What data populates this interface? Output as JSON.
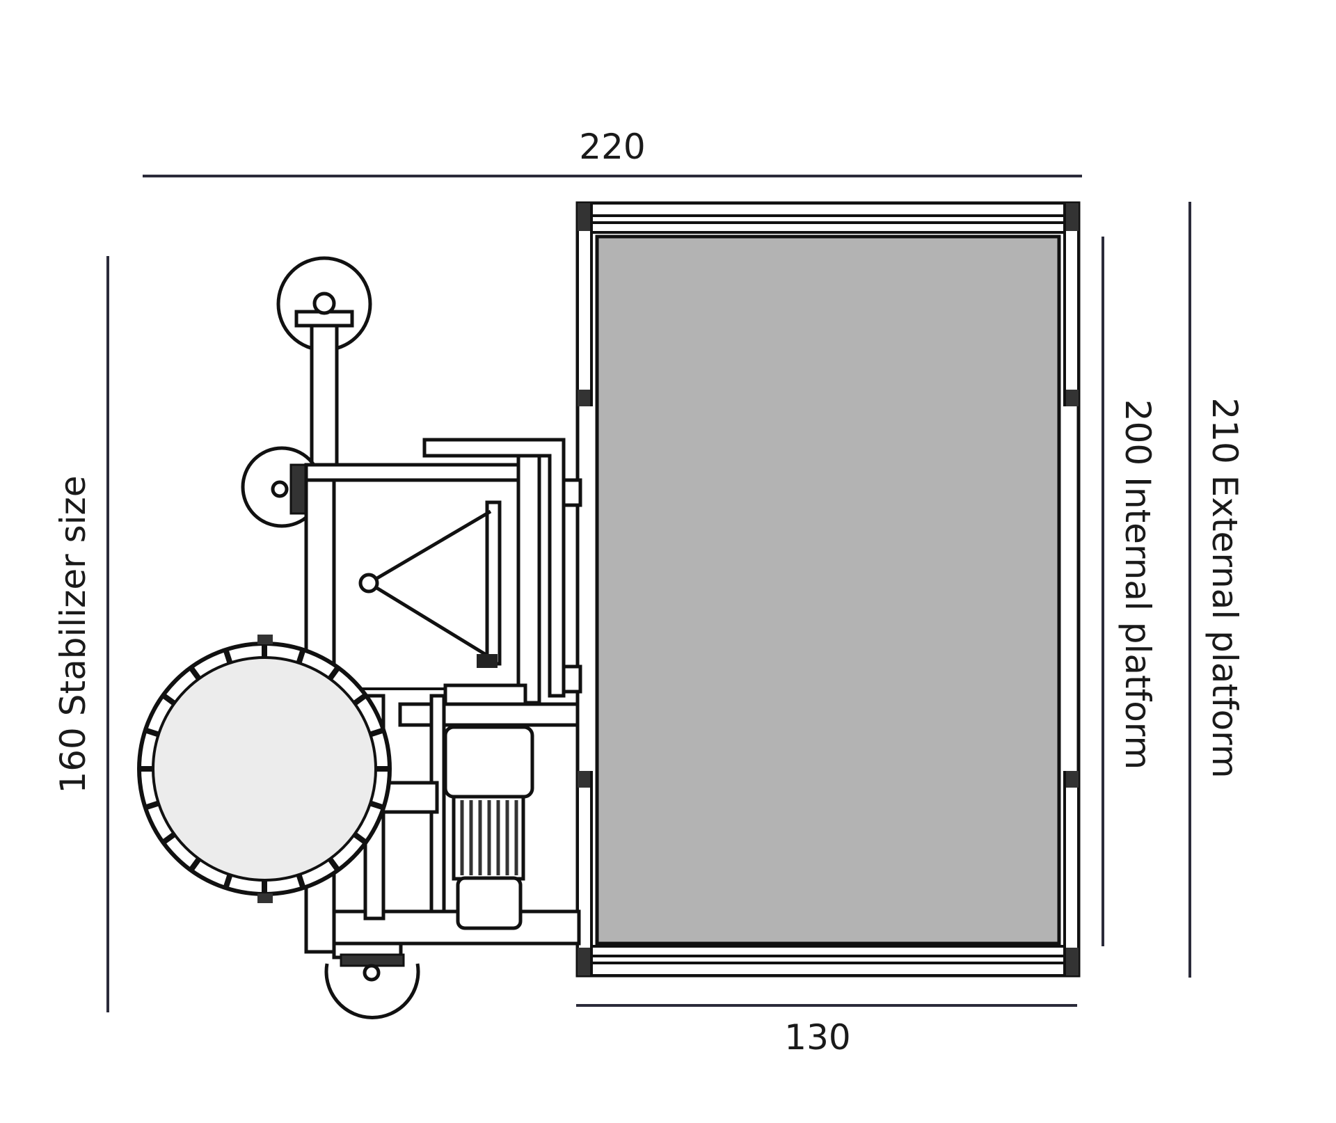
{
  "dimensions": {
    "overall_width": "220",
    "platform_width": "130",
    "internal_platform": "200 Internal platform",
    "external_platform": "210 External platform",
    "stabilizer_size": "160 Stabilizer size"
  },
  "colors": {
    "platform_fill": "#b3b3b3",
    "line": "#111111",
    "dimension_line": "#2b2b3a",
    "drum_fill": "#ececec"
  }
}
